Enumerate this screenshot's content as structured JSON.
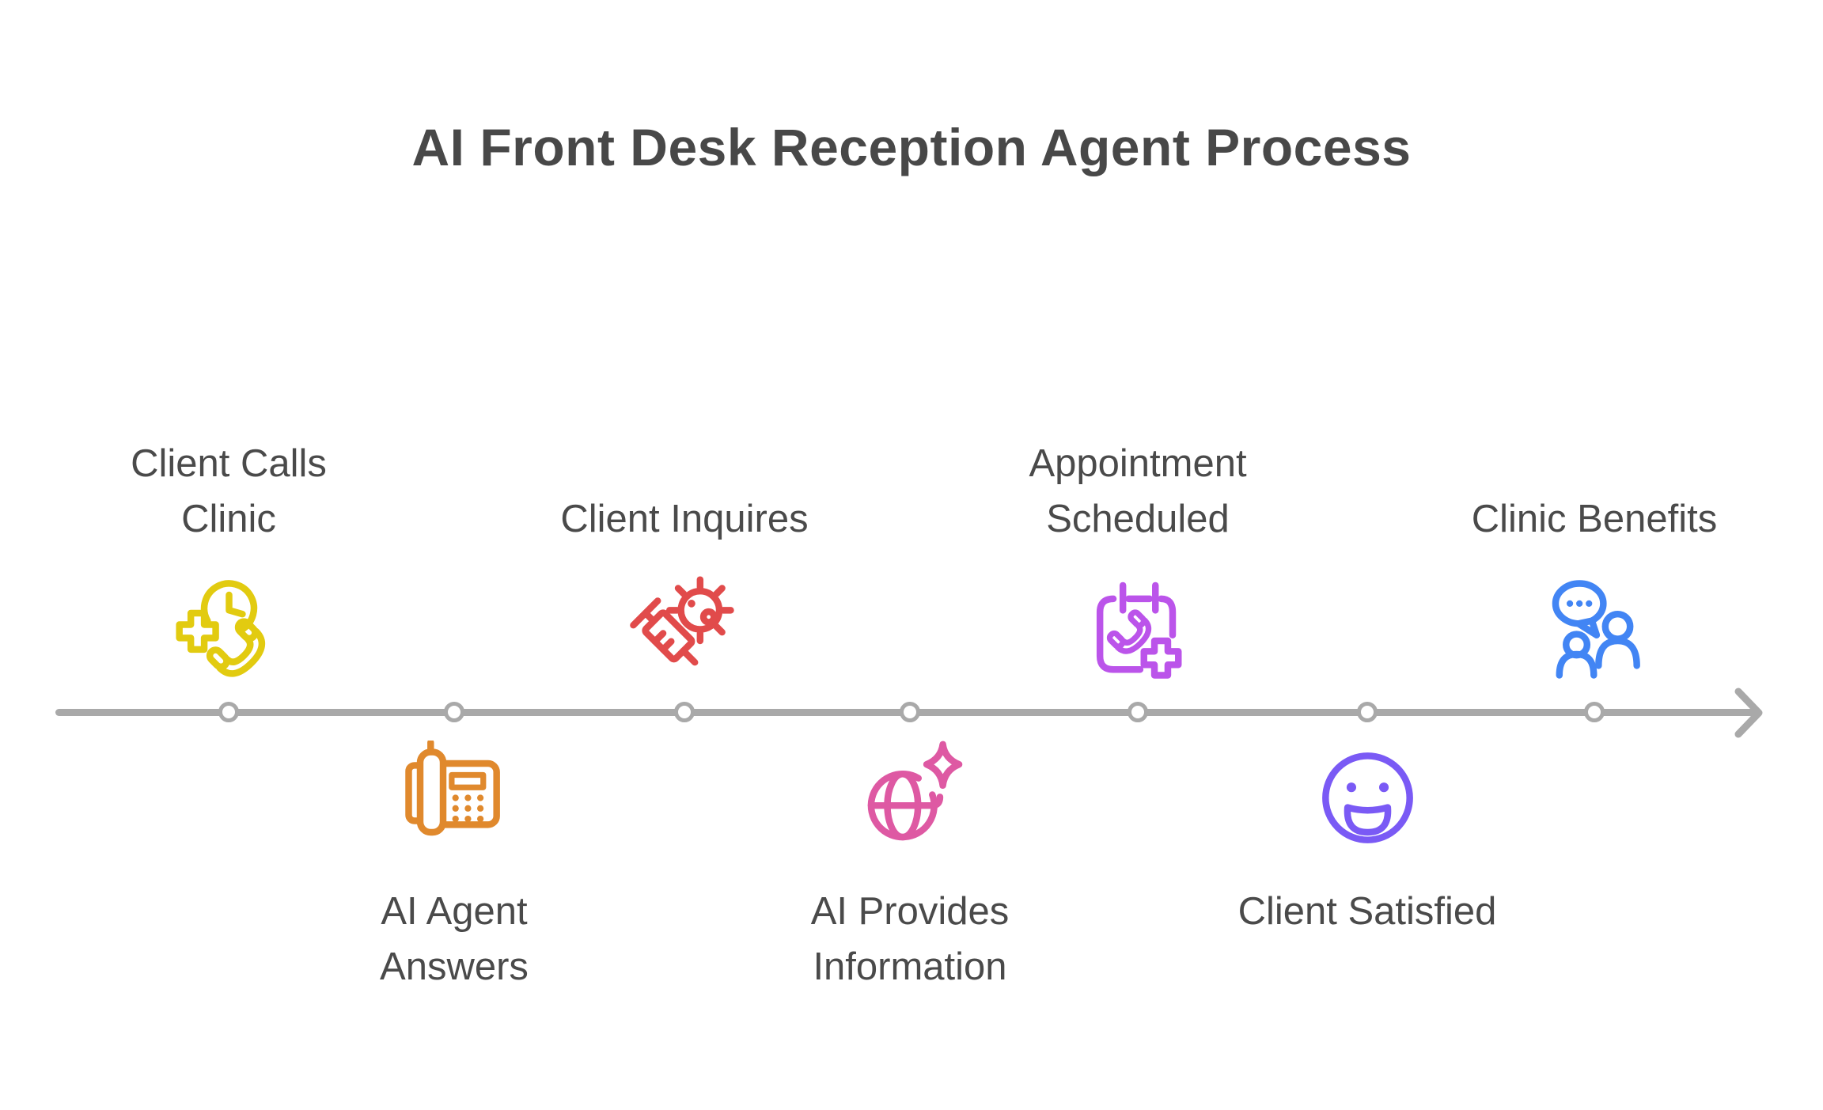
{
  "title": "AI Front Desk Reception Agent Process",
  "text_color": "#4a4a4a",
  "timeline": {
    "direction": "left-to-right",
    "line_color": "#a9a9a9",
    "node_count": 7
  },
  "steps": [
    {
      "label": "Client Calls\nClinic",
      "side": "above",
      "icon": "phone-clock-medical-icon",
      "color": "#e2cb10"
    },
    {
      "label": "AI Agent\nAnswers",
      "side": "below",
      "icon": "desk-phone-icon",
      "color": "#e0892d"
    },
    {
      "label": "Client Inquires",
      "side": "above",
      "icon": "syringe-virus-icon",
      "color": "#e14b4b"
    },
    {
      "label": "AI Provides\nInformation",
      "side": "below",
      "icon": "globe-sparkle-icon",
      "color": "#de59a3"
    },
    {
      "label": "Appointment\nScheduled",
      "side": "above",
      "icon": "calendar-phone-plus-icon",
      "color": "#bb54ea"
    },
    {
      "label": "Client Satisfied",
      "side": "below",
      "icon": "smiley-face-icon",
      "color": "#7a5af5"
    },
    {
      "label": "Clinic Benefits",
      "side": "above",
      "icon": "people-chat-icon",
      "color": "#4285f4"
    }
  ]
}
